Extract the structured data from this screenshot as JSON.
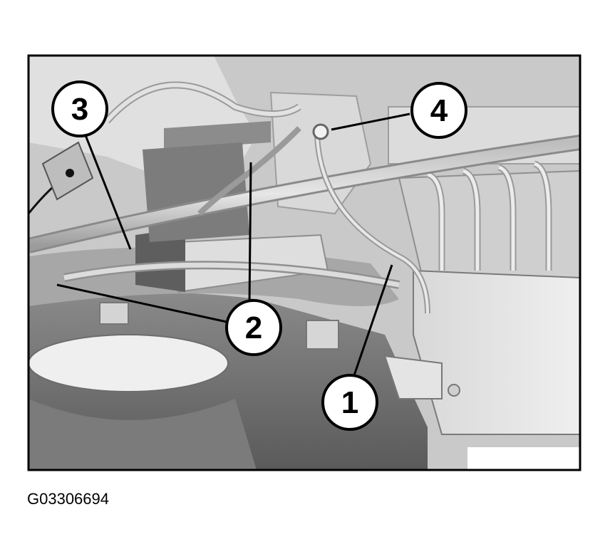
{
  "figure_id": "G03306694",
  "callouts": [
    {
      "label": "1"
    },
    {
      "label": "2"
    },
    {
      "label": "3"
    },
    {
      "label": "4"
    }
  ]
}
